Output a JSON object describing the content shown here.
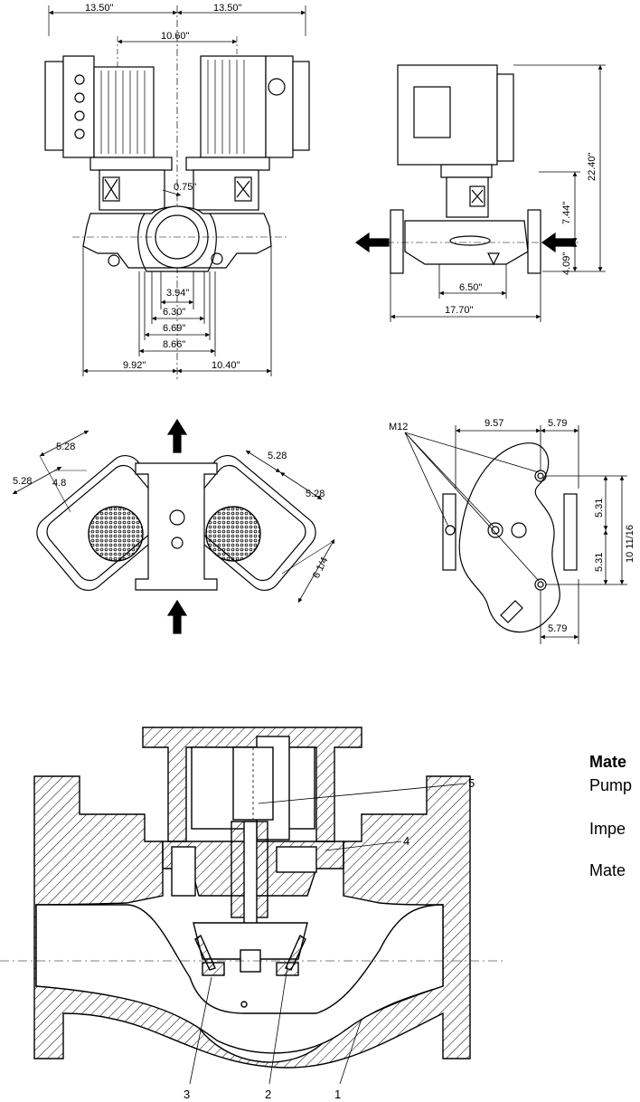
{
  "front_view": {
    "top_left": "13.50\"",
    "top_right": "13.50\"",
    "center_span": "10.60\"",
    "gap": "0.75\"",
    "port_394": "3.94\"",
    "port_630": "6.30\"",
    "port_669": "6.69\"",
    "port_866": "8.66\"",
    "left_992": "9.92\"",
    "right_1040": "10.40\""
  },
  "side_view": {
    "height_2240": "22.40\"",
    "height_744": "7.44\"",
    "height_409": "4.09\"",
    "width_650": "6.50\"",
    "width_1770": "17.70\""
  },
  "top_view": {
    "d1": "5.28",
    "d2": "5.28",
    "d3": "4.8",
    "d4": "5.28",
    "d5": "5.28",
    "d6": "6 1/4"
  },
  "foundation_view": {
    "bolt": "M12",
    "w957": "9.57",
    "w579_top": "5.79",
    "h531_a": "5.31",
    "h531_b": "5.31",
    "total": "10 11/16",
    "w579_bottom": "5.79"
  },
  "section": {
    "part5": "5",
    "part4": "4",
    "part3": "3",
    "part2": "2",
    "part1": "1"
  },
  "materials": {
    "heading": "Mate",
    "line1": "Pump",
    "line2": "Impe",
    "line3": "Mate"
  }
}
